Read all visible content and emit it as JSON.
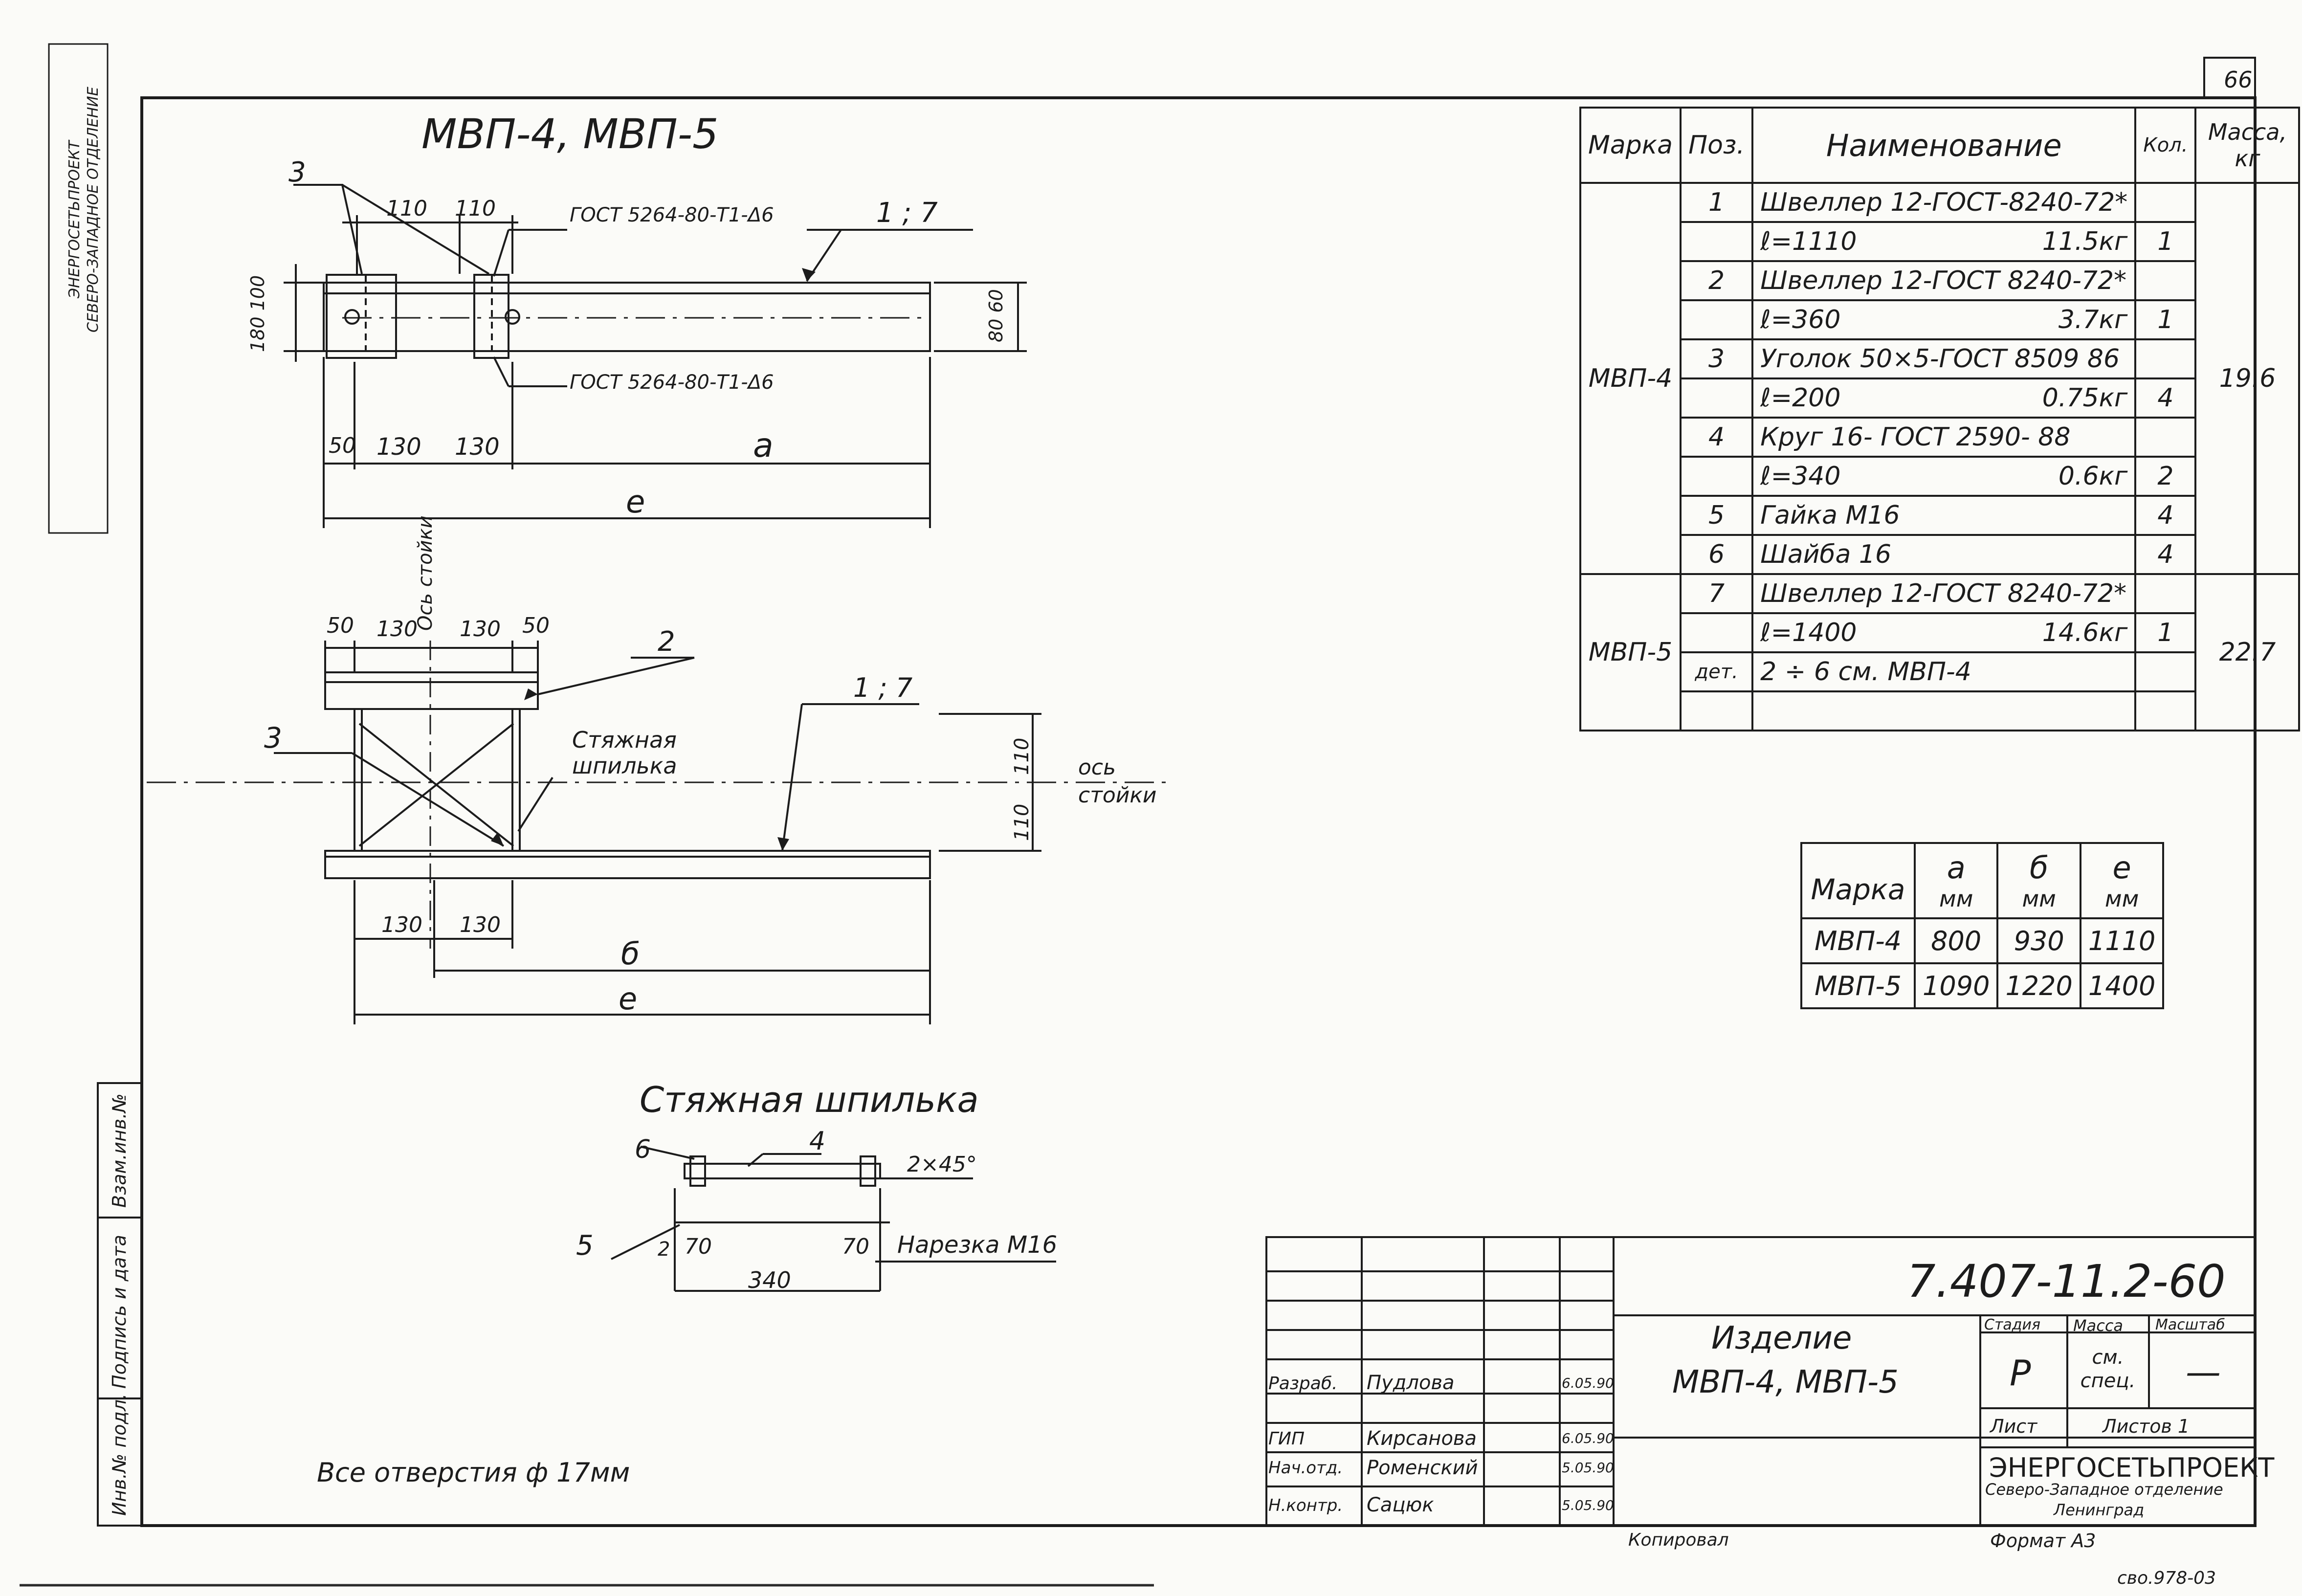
{
  "sheet_number": "66",
  "title_main": "МВП-4, МВП-5",
  "top_view": {
    "callout_3": "3",
    "callout_1_7": "1 ; 7",
    "gost_top": "ГОСТ 5264-80-Т1-Δ6",
    "gost_bottom": "ГОСТ 5264-80-Т1-Δ6",
    "dim_110_a": "110",
    "dim_110_b": "110",
    "dim_left_vertical": "180 100",
    "dim_right_vertical": "80 60",
    "dim_50": "50",
    "dim_130_a": "130",
    "dim_130_b": "130",
    "dim_a": "a",
    "dim_e": "e"
  },
  "front_view": {
    "dim_50_a": "50",
    "dim_130_a": "130",
    "dim_130_b": "130",
    "dim_50_b": "50",
    "axis_label": "Ось стойки",
    "callout_2": "2",
    "callout_3": "3",
    "callout_1_7": "1 ; 7",
    "stud_label_1": "Стяжная",
    "stud_label_2": "шпилька",
    "dim_110_a": "110",
    "dim_110_b": "110",
    "axis_right_1": "ось",
    "axis_right_2": "стойки",
    "dim_130_c": "130",
    "dim_130_d": "130",
    "dim_b": "б",
    "dim_e": "e"
  },
  "stud": {
    "title": "Стяжная шпилька",
    "callout_6": "6",
    "callout_4": "4",
    "callout_5": "5",
    "chamfer": "2×45°",
    "dim_2": "2",
    "dim_70_a": "70",
    "dim_70_b": "70",
    "dim_340": "340",
    "thread": "Нарезка М16"
  },
  "holes_note": "Все отверстия ф 17мм",
  "spec_table": {
    "headers": [
      "Марка",
      "Поз.",
      "Наименование",
      "Кол.",
      "Масса, кг"
    ],
    "mark_1": "МВП-4",
    "mark_2": "МВП-5",
    "mass_1": "19.6",
    "mass_2": "22.7",
    "rows": [
      {
        "pos": "1",
        "name": "Швеллер 12-ГОСТ-8240-72*",
        "w": "",
        "qty": ""
      },
      {
        "pos": "",
        "name": "ℓ=1110",
        "w": "11.5кг",
        "qty": "1"
      },
      {
        "pos": "2",
        "name": "Швеллер 12-ГОСТ 8240-72*",
        "w": "",
        "qty": ""
      },
      {
        "pos": "",
        "name": "ℓ=360",
        "w": "3.7кг",
        "qty": "1"
      },
      {
        "pos": "3",
        "name": "Уголок 50×5-ГОСТ 8509 86",
        "w": "",
        "qty": ""
      },
      {
        "pos": "",
        "name": "ℓ=200",
        "w": "0.75кг",
        "qty": "4"
      },
      {
        "pos": "4",
        "name": "Круг 16- ГОСТ 2590- 88",
        "w": "",
        "qty": ""
      },
      {
        "pos": "",
        "name": "ℓ=340",
        "w": "0.6кг",
        "qty": "2"
      },
      {
        "pos": "5",
        "name": "Гайка М16",
        "w": "",
        "qty": "4"
      },
      {
        "pos": "6",
        "name": "Шайба 16",
        "w": "",
        "qty": "4"
      },
      {
        "pos": "7",
        "name": "Швеллер 12-ГОСТ 8240-72*",
        "w": "",
        "qty": ""
      },
      {
        "pos": "",
        "name": "ℓ=1400",
        "w": "14.6кг",
        "qty": "1"
      },
      {
        "pos": "дет.",
        "name": "2 ÷ 6  см.  МВП-4",
        "w": "",
        "qty": ""
      }
    ]
  },
  "dims_table": {
    "headers": [
      [
        "Марка",
        ""
      ],
      [
        "a",
        "мм"
      ],
      [
        "б",
        "мм"
      ],
      [
        "e",
        "мм"
      ]
    ],
    "rows": [
      [
        "МВП-4",
        "800",
        "930",
        "1110"
      ],
      [
        "МВП-5",
        "1090",
        "1220",
        "1400"
      ]
    ]
  },
  "title_block": {
    "doc_code": "7.407-11.2-60",
    "product_label": "Изделие",
    "product_name": "МВП-4, МВП-5",
    "stage_label": "Стадия",
    "mass_label": "Масса",
    "scale_label": "Масштаб",
    "stage_value": "Р",
    "mass_value": "см. спец.",
    "scale_value": "—",
    "sheet_label": "Лист",
    "sheets_label": "Листов 1",
    "org_name": "ЭНЕРГОСЕТЬПРОЕКТ",
    "org_branch": "Северо-Западное отделение",
    "org_city": "Ленинград",
    "people": [
      {
        "role": "Разраб.",
        "name": "Пудлова",
        "date": "6.05.90"
      },
      {
        "role": "ГИП",
        "name": "Кирсанова",
        "date": "6.05.90"
      },
      {
        "role": "Нач.отд.",
        "name": "Роменский",
        "date": "5.05.90"
      },
      {
        "role": "Н.контр.",
        "name": "Сацюк",
        "date": "5.05.90"
      }
    ],
    "copied_label": "Копировал",
    "format_label": "Формат А3",
    "archive_code": "сво.978-03"
  },
  "side_stamp": {
    "org_line_1": "ЭНЕРГОСЕТЬПРОЕКТ",
    "org_line_2": "СЕВЕРО-ЗАПАДНОЕ ОТДЕЛЕНИЕ"
  },
  "left_strip": {
    "inv_no": "Инв.№ подл.",
    "sign_date": "Подпись и дата",
    "replace_inv": "Взам.инв.№"
  }
}
